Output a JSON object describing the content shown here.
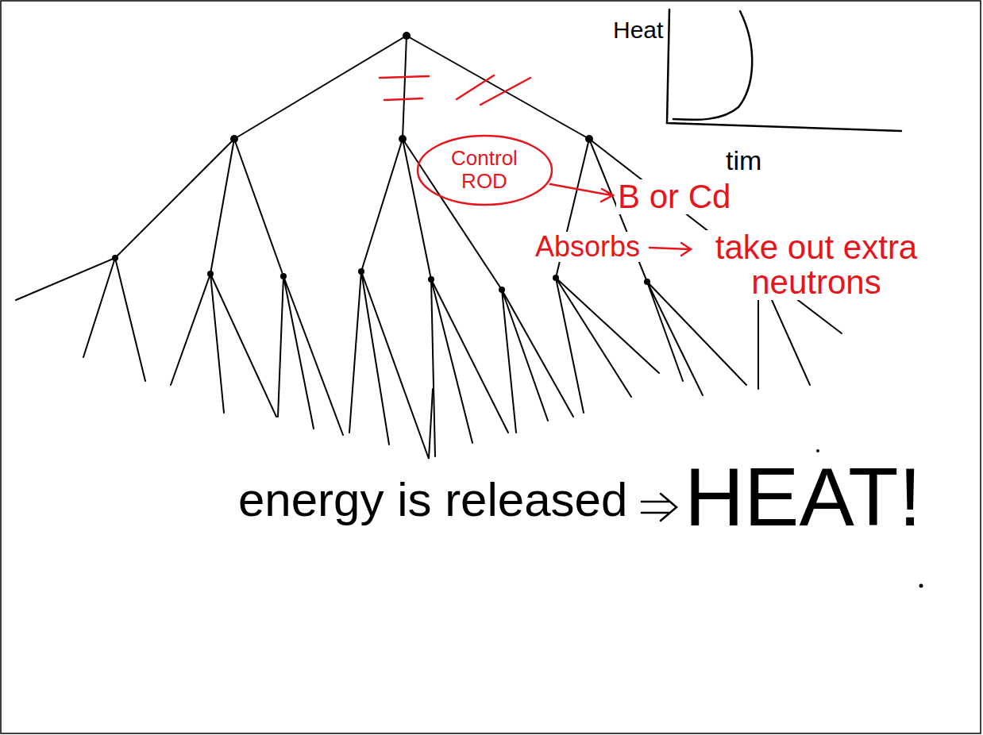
{
  "diagram": {
    "nodes": [
      {
        "text": [
          "Control ROD"
        ]
      }
    ],
    "labels": [
      "Heat",
      "tim",
      "B or Cd",
      "Absorbs",
      "take out extra neutrons",
      "energy is released",
      "HEAT!"
    ]
  }
}
